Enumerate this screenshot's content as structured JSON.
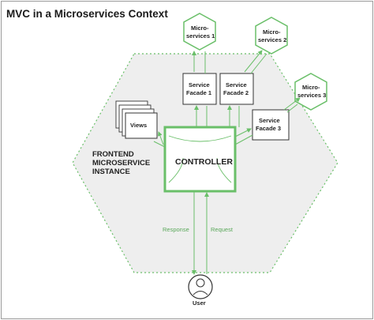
{
  "title": "MVC in a Microservices Context",
  "instance_label": [
    "FRONTEND",
    "MICROSERVICE",
    "INSTANCE"
  ],
  "views_label": "Views",
  "controller_label": "CONTROLLER",
  "facades": [
    {
      "line1": "Service",
      "line2": "Facade 1"
    },
    {
      "line1": "Service",
      "line2": "Facade 2"
    },
    {
      "line1": "Service",
      "line2": "Facade 3"
    }
  ],
  "microservices": [
    {
      "line1": "Micro-",
      "line2": "services 1"
    },
    {
      "line1": "Micro-",
      "line2": "services 2"
    },
    {
      "line1": "Micro-",
      "line2": "services 3"
    }
  ],
  "response_label": "Response",
  "request_label": "Request",
  "user_label": "User",
  "colors": {
    "accent": "#6abf69",
    "accent_dark": "#4f9e4e",
    "hex_fill": "#eeeeee",
    "box_border": "#333333",
    "frame_border": "#9a9a9a"
  }
}
